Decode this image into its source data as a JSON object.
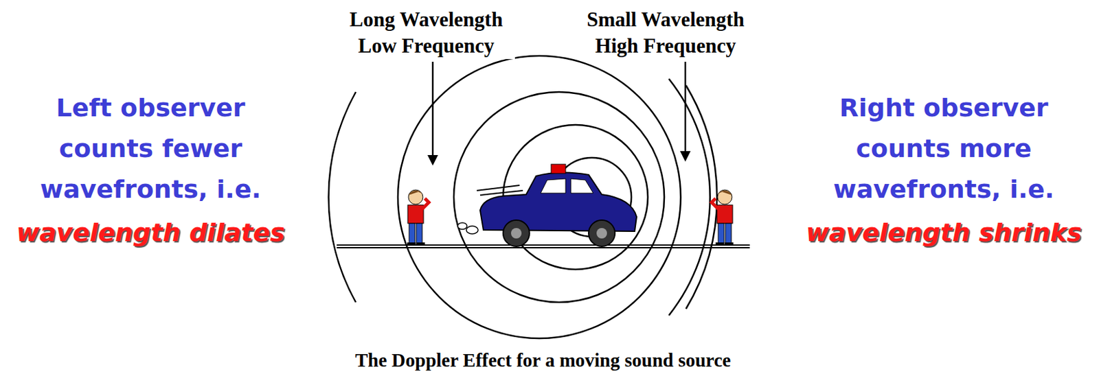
{
  "diagram": {
    "caption": "The Doppler Effect for a moving sound source",
    "labels": [
      "Long Wavelength Low Frequency",
      "Small Wavelength High Frequency",
      "Left observer counts fewer wavefronts, i.e.",
      "wavelength dilates",
      "Right observer counts more wavefronts, i.e.",
      "wavelength shrinks"
    ]
  }
}
